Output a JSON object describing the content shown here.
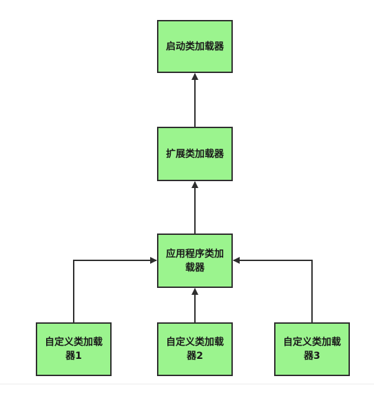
{
  "nodes": {
    "bootstrap": "启动类加载器",
    "extension": "扩展类加载器",
    "application": "应用程序类加载器",
    "custom1": "自定义类加载器1",
    "custom2": "自定义类加载器2",
    "custom3": "自定义类加载器3"
  },
  "colors": {
    "node_fill": "#9bf48e",
    "node_border": "#2e2e2e",
    "edge": "#2e2e2e",
    "background": "#ffffff"
  }
}
